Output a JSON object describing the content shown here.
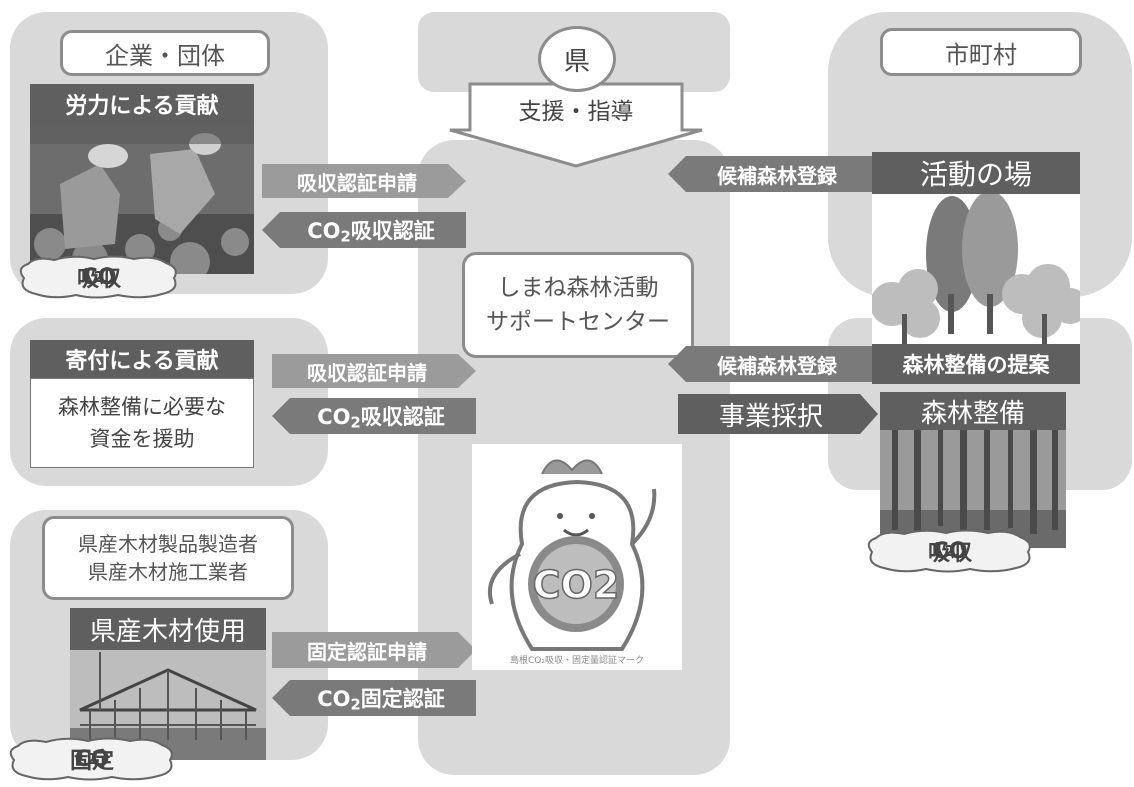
{
  "company": {
    "header": "企業・団体",
    "labor_label": "労力による貢献",
    "arrow_apply": "吸収認証申請",
    "arrow_cert_co": "CO",
    "arrow_cert_2": "2",
    "arrow_cert_rest": "吸収認証",
    "cloud_co": "CO",
    "cloud_2": "2",
    "cloud_rest": "吸収",
    "donation_label": "寄付による貢献",
    "donation_text_1": "森林整備に必要な",
    "donation_text_2": "資金を援助",
    "donation_arrow_apply": "吸収認証申請",
    "donation_arrow_cert_co": "CO",
    "donation_arrow_cert_2": "2",
    "donation_arrow_cert_rest": "吸収認証"
  },
  "timber": {
    "header_1": "県産木材製品製造者",
    "header_2": "県産木材施工業者",
    "use_label": "県産木材使用",
    "arrow_apply": "固定認証申請",
    "arrow_cert_co": "CO",
    "arrow_cert_2": "2",
    "arrow_cert_rest": "固定認証",
    "cloud_co": "CO",
    "cloud_2": "2",
    "cloud_rest": "固定"
  },
  "prefecture": {
    "header": "県",
    "support": "支援・指導",
    "center_1": "しまね森林活動",
    "center_2": "サポートセンター",
    "mascot_caption": "島根CO₂吸収・固定量認証マーク",
    "mascot_text": "CO2"
  },
  "municipality": {
    "header": "市町村",
    "arrow_candidate_1": "候補森林登録",
    "activity_label": "活動の場",
    "arrow_candidate_2": "候補森林登録",
    "proposal_label": "森林整備の提案",
    "project_label": "事業採択",
    "forest_label": "森林整備",
    "cloud_co": "CO",
    "cloud_2": "2",
    "cloud_rest": "吸収"
  },
  "colors": {
    "panel": "#d9d9d9",
    "dark": "#5f5f5f",
    "arrow_right": "#9b9b9b",
    "arrow_left": "#7a7a7a"
  }
}
